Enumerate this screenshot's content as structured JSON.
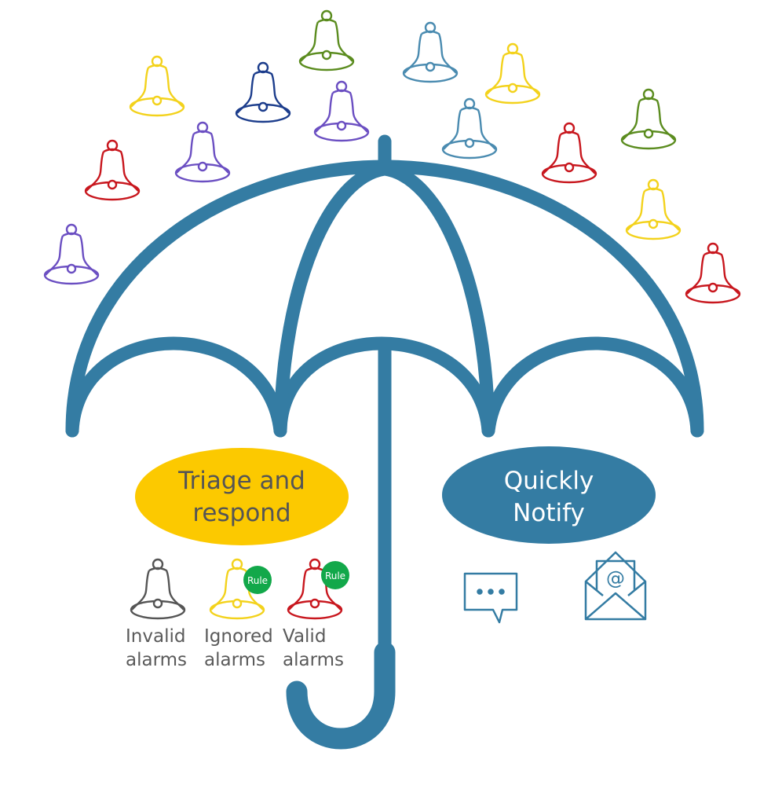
{
  "colors": {
    "umbrella": "#347ca3",
    "yellow": "#f3d21c",
    "navy": "#1c3d8c",
    "green": "#5b8c1f",
    "teal": "#4a8bb0",
    "purple": "#6b4fc2",
    "red": "#c8171e",
    "gray": "#555555",
    "rule_badge": "#12a84a",
    "triage_fill": "#fcc900"
  },
  "triage": {
    "line1": "Triage and",
    "line2": "respond"
  },
  "notify": {
    "line1": "Quickly",
    "line2": "Notify"
  },
  "legend": [
    {
      "line1": "Invalid",
      "line2": "alarms",
      "color": "gray",
      "badge": ""
    },
    {
      "line1": "Ignored",
      "line2": "alarms",
      "color": "yellow",
      "badge": "Rule"
    },
    {
      "line1": "Valid",
      "line2": "alarms",
      "color": "red",
      "badge": "Rule"
    }
  ],
  "icons": [
    "chat-bubble-icon",
    "email-envelope-icon"
  ]
}
